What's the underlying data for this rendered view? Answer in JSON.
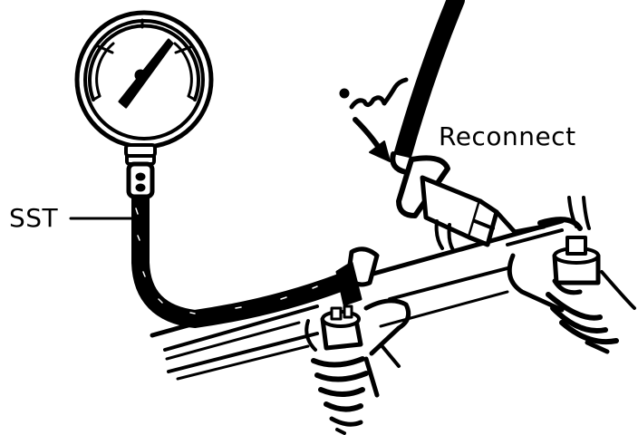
{
  "figure": {
    "type": "technical line illustration",
    "subject": "fuel pressure gauge (SST) connected to fuel delivery pipe; vacuum hose reconnected to pressure regulator",
    "colors": {
      "ink": "#000000",
      "paper": "#ffffff"
    }
  },
  "labels": {
    "sst": "SST",
    "reconnect": "Reconnect"
  },
  "components": [
    {
      "id": "pressure-gauge",
      "name": "Pressure gauge"
    },
    {
      "id": "gauge-hose",
      "name": "Gauge hose"
    },
    {
      "id": "delivery-pipe",
      "name": "Fuel delivery pipe"
    },
    {
      "id": "pressure-regulator",
      "name": "Fuel pressure regulator"
    },
    {
      "id": "vacuum-hose",
      "name": "Vacuum hose"
    },
    {
      "id": "injector-left",
      "name": "Injector connector (left)"
    },
    {
      "id": "injector-right",
      "name": "Injector connector (right)"
    }
  ]
}
